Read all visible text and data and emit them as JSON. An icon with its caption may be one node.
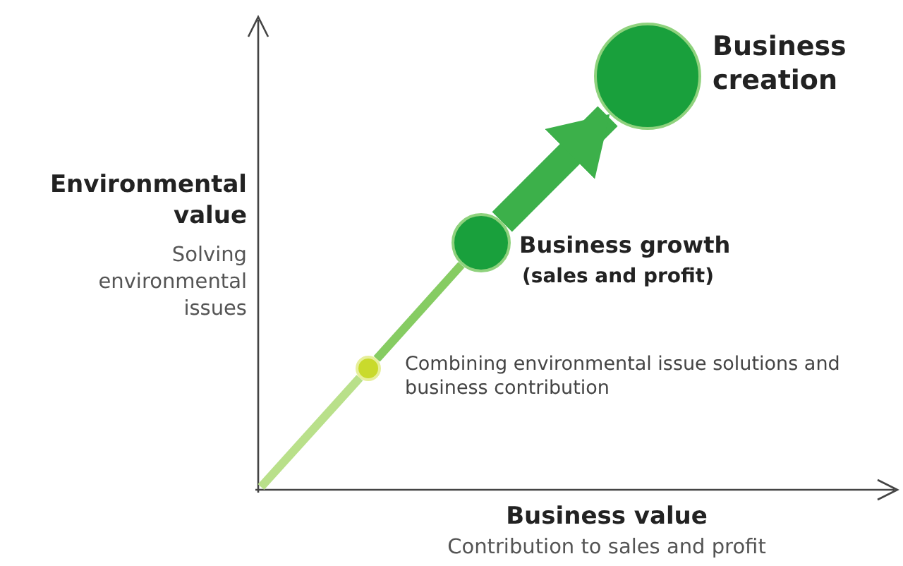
{
  "diagram": {
    "nodes": [
      {
        "text": [],
        "shape": "circle",
        "beside": [
          "Combining environmental issue solutions and business contribution"
        ]
      },
      {
        "text": [],
        "shape": "circle",
        "beside": [
          "Business growth",
          "(sales and profit)"
        ]
      },
      {
        "text": [],
        "shape": "circle",
        "beside": [
          "Business creation"
        ]
      }
    ],
    "edges": [
      {
        "from": null,
        "to": 0,
        "arrow": "none",
        "color": "#b9e08a"
      },
      {
        "from": 0,
        "to": 1,
        "arrow": "none",
        "color": "#86cc62"
      },
      {
        "from": 1,
        "to": 2,
        "arrow": "to",
        "style": "thick",
        "color": "#3cb04a"
      }
    ],
    "labels": [
      "Environmental value",
      "Solving environmental issues",
      "Business value",
      "Contribution to sales and profit"
    ]
  }
}
